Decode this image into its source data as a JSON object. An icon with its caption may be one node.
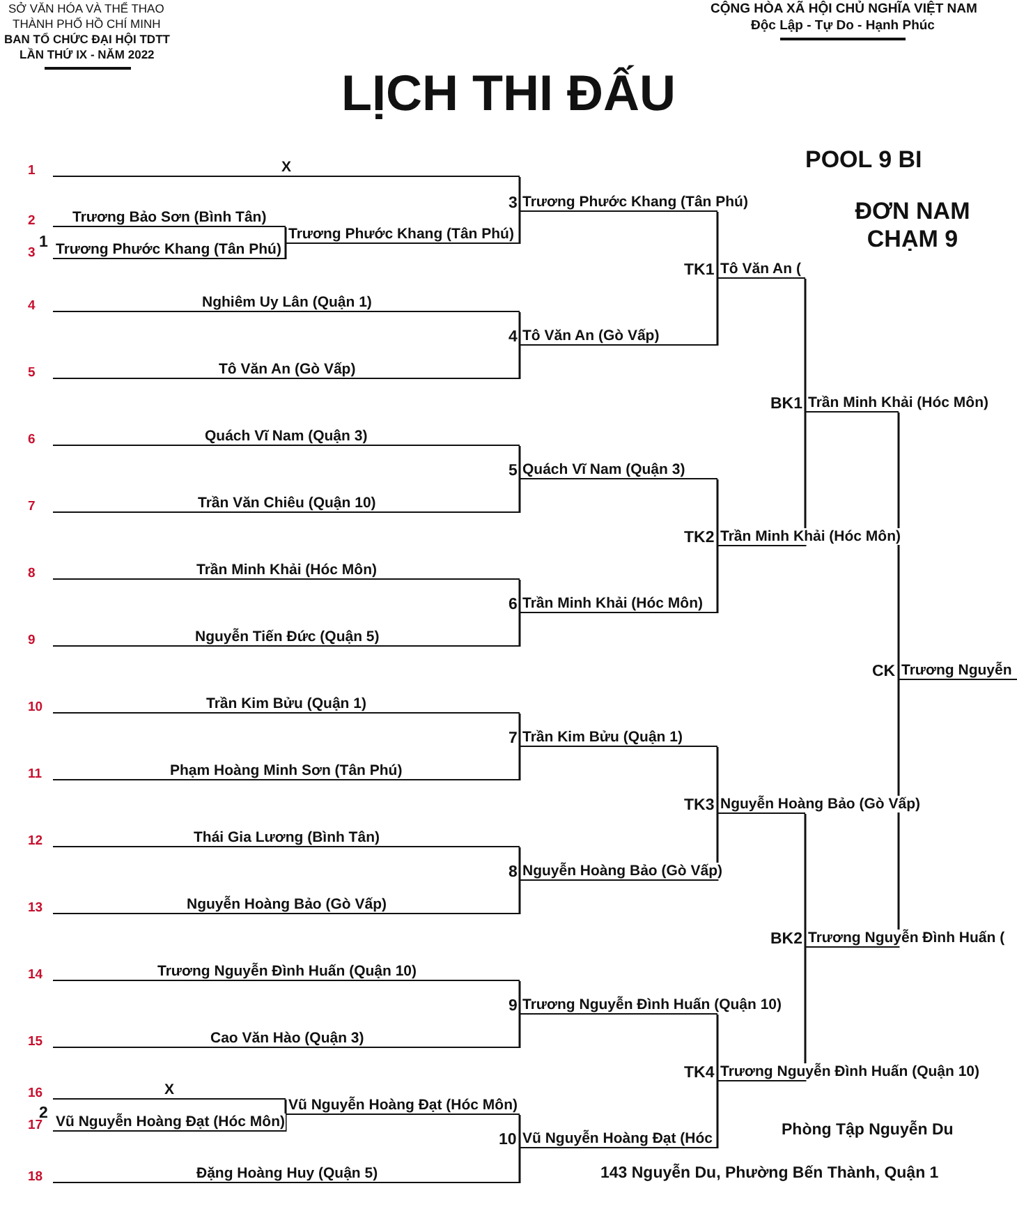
{
  "diagram": {
    "title": "LỊCH THI ĐẤU",
    "nodes": [
      {
        "text": [
          "X"
        ],
        "beside": [
          "1"
        ]
      },
      {
        "text": [
          "Trương Bảo Sơn (Bình Tân)"
        ],
        "beside": [
          "2"
        ]
      },
      {
        "text": [
          "Trương Phước Khang (Tân Phú)"
        ],
        "beside": [
          "3"
        ]
      },
      {
        "text": [
          "Nghiêm Uy Lân (Quận 1)"
        ],
        "beside": [
          "4"
        ]
      },
      {
        "text": [
          "Tô Văn An (Gò Vấp)"
        ],
        "beside": [
          "5"
        ]
      },
      {
        "text": [
          "Quách Vĩ Nam (Quận 3)"
        ],
        "beside": [
          "6"
        ]
      },
      {
        "text": [
          "Trần Văn Chiêu (Quận 10)"
        ],
        "beside": [
          "7"
        ]
      },
      {
        "text": [
          "Trần Minh Khải (Hóc Môn)"
        ],
        "beside": [
          "8"
        ]
      },
      {
        "text": [
          "Nguyễn Tiến Đức (Quận 5)"
        ],
        "beside": [
          "9"
        ]
      },
      {
        "text": [
          "Trần Kim Bửu (Quận 1)"
        ],
        "beside": [
          "10"
        ]
      },
      {
        "text": [
          "Phạm Hoàng Minh Sơn (Tân Phú)"
        ],
        "beside": [
          "11"
        ]
      },
      {
        "text": [
          "Thái Gia Lương (Bình Tân)"
        ],
        "beside": [
          "12"
        ]
      },
      {
        "text": [
          "Nguyễn Hoàng Bảo (Gò Vấp)"
        ],
        "beside": [
          "13"
        ]
      },
      {
        "text": [
          "Trương Nguyễn Đình Huấn (Quận 10)"
        ],
        "beside": [
          "14"
        ]
      },
      {
        "text": [
          "Cao Văn Hào (Quận 3)"
        ],
        "beside": [
          "15"
        ]
      },
      {
        "text": [
          "X"
        ],
        "beside": [
          "16"
        ]
      },
      {
        "text": [
          "Vũ Nguyễn Hoàng Đạt (Hóc Môn)"
        ],
        "beside": [
          "17"
        ]
      },
      {
        "text": [
          "Đặng Hoàng Huy (Quận 5)"
        ],
        "beside": [
          "18"
        ]
      },
      {
        "text": [
          "Trương Phước Khang (Tân Phú)"
        ]
      },
      {
        "text": [
          "Vũ Nguyễn Hoàng Đạt (Hóc Môn)"
        ]
      },
      {
        "text": [
          "Trương Phước Khang (Tân Phú)"
        ],
        "beside": [
          "3"
        ]
      },
      {
        "text": [
          "Tô Văn An (Gò Vấp)"
        ],
        "beside": [
          "4"
        ]
      },
      {
        "text": [
          "Quách Vĩ Nam (Quận 3)"
        ],
        "beside": [
          "5"
        ]
      },
      {
        "text": [
          "Trần Minh Khải (Hóc Môn)"
        ],
        "beside": [
          "6"
        ]
      },
      {
        "text": [
          "Trần Kim Bửu (Quận 1)"
        ],
        "beside": [
          "7"
        ]
      },
      {
        "text": [
          "Nguyễn Hoàng Bảo (Gò Vấp)"
        ],
        "beside": [
          "8"
        ]
      },
      {
        "text": [
          "Trương Nguyễn Đình Huấn (Quận 10)"
        ],
        "beside": [
          "9"
        ]
      },
      {
        "text": [
          "Vũ Nguyễn Hoàng Đạt (Hóc"
        ],
        "beside": [
          "10"
        ]
      },
      {
        "text": [
          "Tô Văn An ("
        ],
        "beside": [
          "TK1"
        ]
      },
      {
        "text": [
          "Trần Minh Khải (Hóc Môn)"
        ],
        "beside": [
          "TK2"
        ]
      },
      {
        "text": [
          "Nguyễn Hoàng Bảo (Gò Vấp)"
        ],
        "beside": [
          "TK3"
        ]
      },
      {
        "text": [
          "Trương Nguyễn Đình Huấn (Quận 10)"
        ],
        "beside": [
          "TK4"
        ]
      },
      {
        "text": [
          "Trần Minh Khải (Hóc Môn)"
        ],
        "beside": [
          "BK1"
        ]
      },
      {
        "text": [
          "Trương Nguyễn Đình Huấn ("
        ],
        "beside": [
          "BK2"
        ]
      },
      {
        "text": [
          "Trương Nguyễn"
        ],
        "beside": [
          "CK"
        ]
      }
    ],
    "edges": [
      {
        "from": 1,
        "to": 18,
        "arrow": "none"
      },
      {
        "from": 2,
        "to": 18,
        "arrow": "none"
      },
      {
        "from": 0,
        "to": 20,
        "arrow": "none"
      },
      {
        "from": 18,
        "to": 20,
        "arrow": "none"
      },
      {
        "from": 3,
        "to": 21,
        "arrow": "none"
      },
      {
        "from": 4,
        "to": 21,
        "arrow": "none"
      },
      {
        "from": 5,
        "to": 22,
        "arrow": "none"
      },
      {
        "from": 6,
        "to": 22,
        "arrow": "none"
      },
      {
        "from": 7,
        "to": 23,
        "arrow": "none"
      },
      {
        "from": 8,
        "to": 23,
        "arrow": "none"
      },
      {
        "from": 9,
        "to": 24,
        "arrow": "none"
      },
      {
        "from": 10,
        "to": 24,
        "arrow": "none"
      },
      {
        "from": 11,
        "to": 25,
        "arrow": "none"
      },
      {
        "from": 12,
        "to": 25,
        "arrow": "none"
      },
      {
        "from": 13,
        "to": 26,
        "arrow": "none"
      },
      {
        "from": 14,
        "to": 26,
        "arrow": "none"
      },
      {
        "from": 15,
        "to": 19,
        "arrow": "none"
      },
      {
        "from": 16,
        "to": 19,
        "arrow": "none"
      },
      {
        "from": 19,
        "to": 27,
        "arrow": "none"
      },
      {
        "from": 17,
        "to": 27,
        "arrow": "none"
      },
      {
        "from": 20,
        "to": 28,
        "arrow": "none"
      },
      {
        "from": 21,
        "to": 28,
        "arrow": "none"
      },
      {
        "from": 22,
        "to": 29,
        "arrow": "none"
      },
      {
        "from": 23,
        "to": 29,
        "arrow": "none"
      },
      {
        "from": 24,
        "to": 30,
        "arrow": "none"
      },
      {
        "from": 25,
        "to": 30,
        "arrow": "none"
      },
      {
        "from": 26,
        "to": 31,
        "arrow": "none"
      },
      {
        "from": 27,
        "to": 31,
        "arrow": "none"
      },
      {
        "from": 28,
        "to": 32,
        "arrow": "none"
      },
      {
        "from": 29,
        "to": 32,
        "arrow": "none"
      },
      {
        "from": 30,
        "to": 33,
        "arrow": "none"
      },
      {
        "from": 31,
        "to": 33,
        "arrow": "none"
      },
      {
        "from": 32,
        "to": 34,
        "arrow": "none"
      },
      {
        "from": 33,
        "to": 34,
        "arrow": "none"
      }
    ],
    "labels": [
      "SỞ VĂN HÓA VÀ THỂ THAO",
      "THÀNH PHỐ HỒ CHÍ MINH",
      "BAN TỔ CHỨC ĐẠI HỘI TDTT",
      "LẦN THỨ IX - NĂM 2022",
      "CỘNG HÒA XÃ HỘI CHỦ NGHĨA VIỆT NAM",
      "Độc Lập - Tự Do - Hạnh Phúc",
      "POOL 9 BI",
      "ĐƠN NAM CHẠM 9",
      "1",
      "2",
      "Phòng Tập Nguyễn Du",
      "143 Nguyễn Du, Phường Bến Thành, Quận 1"
    ]
  }
}
